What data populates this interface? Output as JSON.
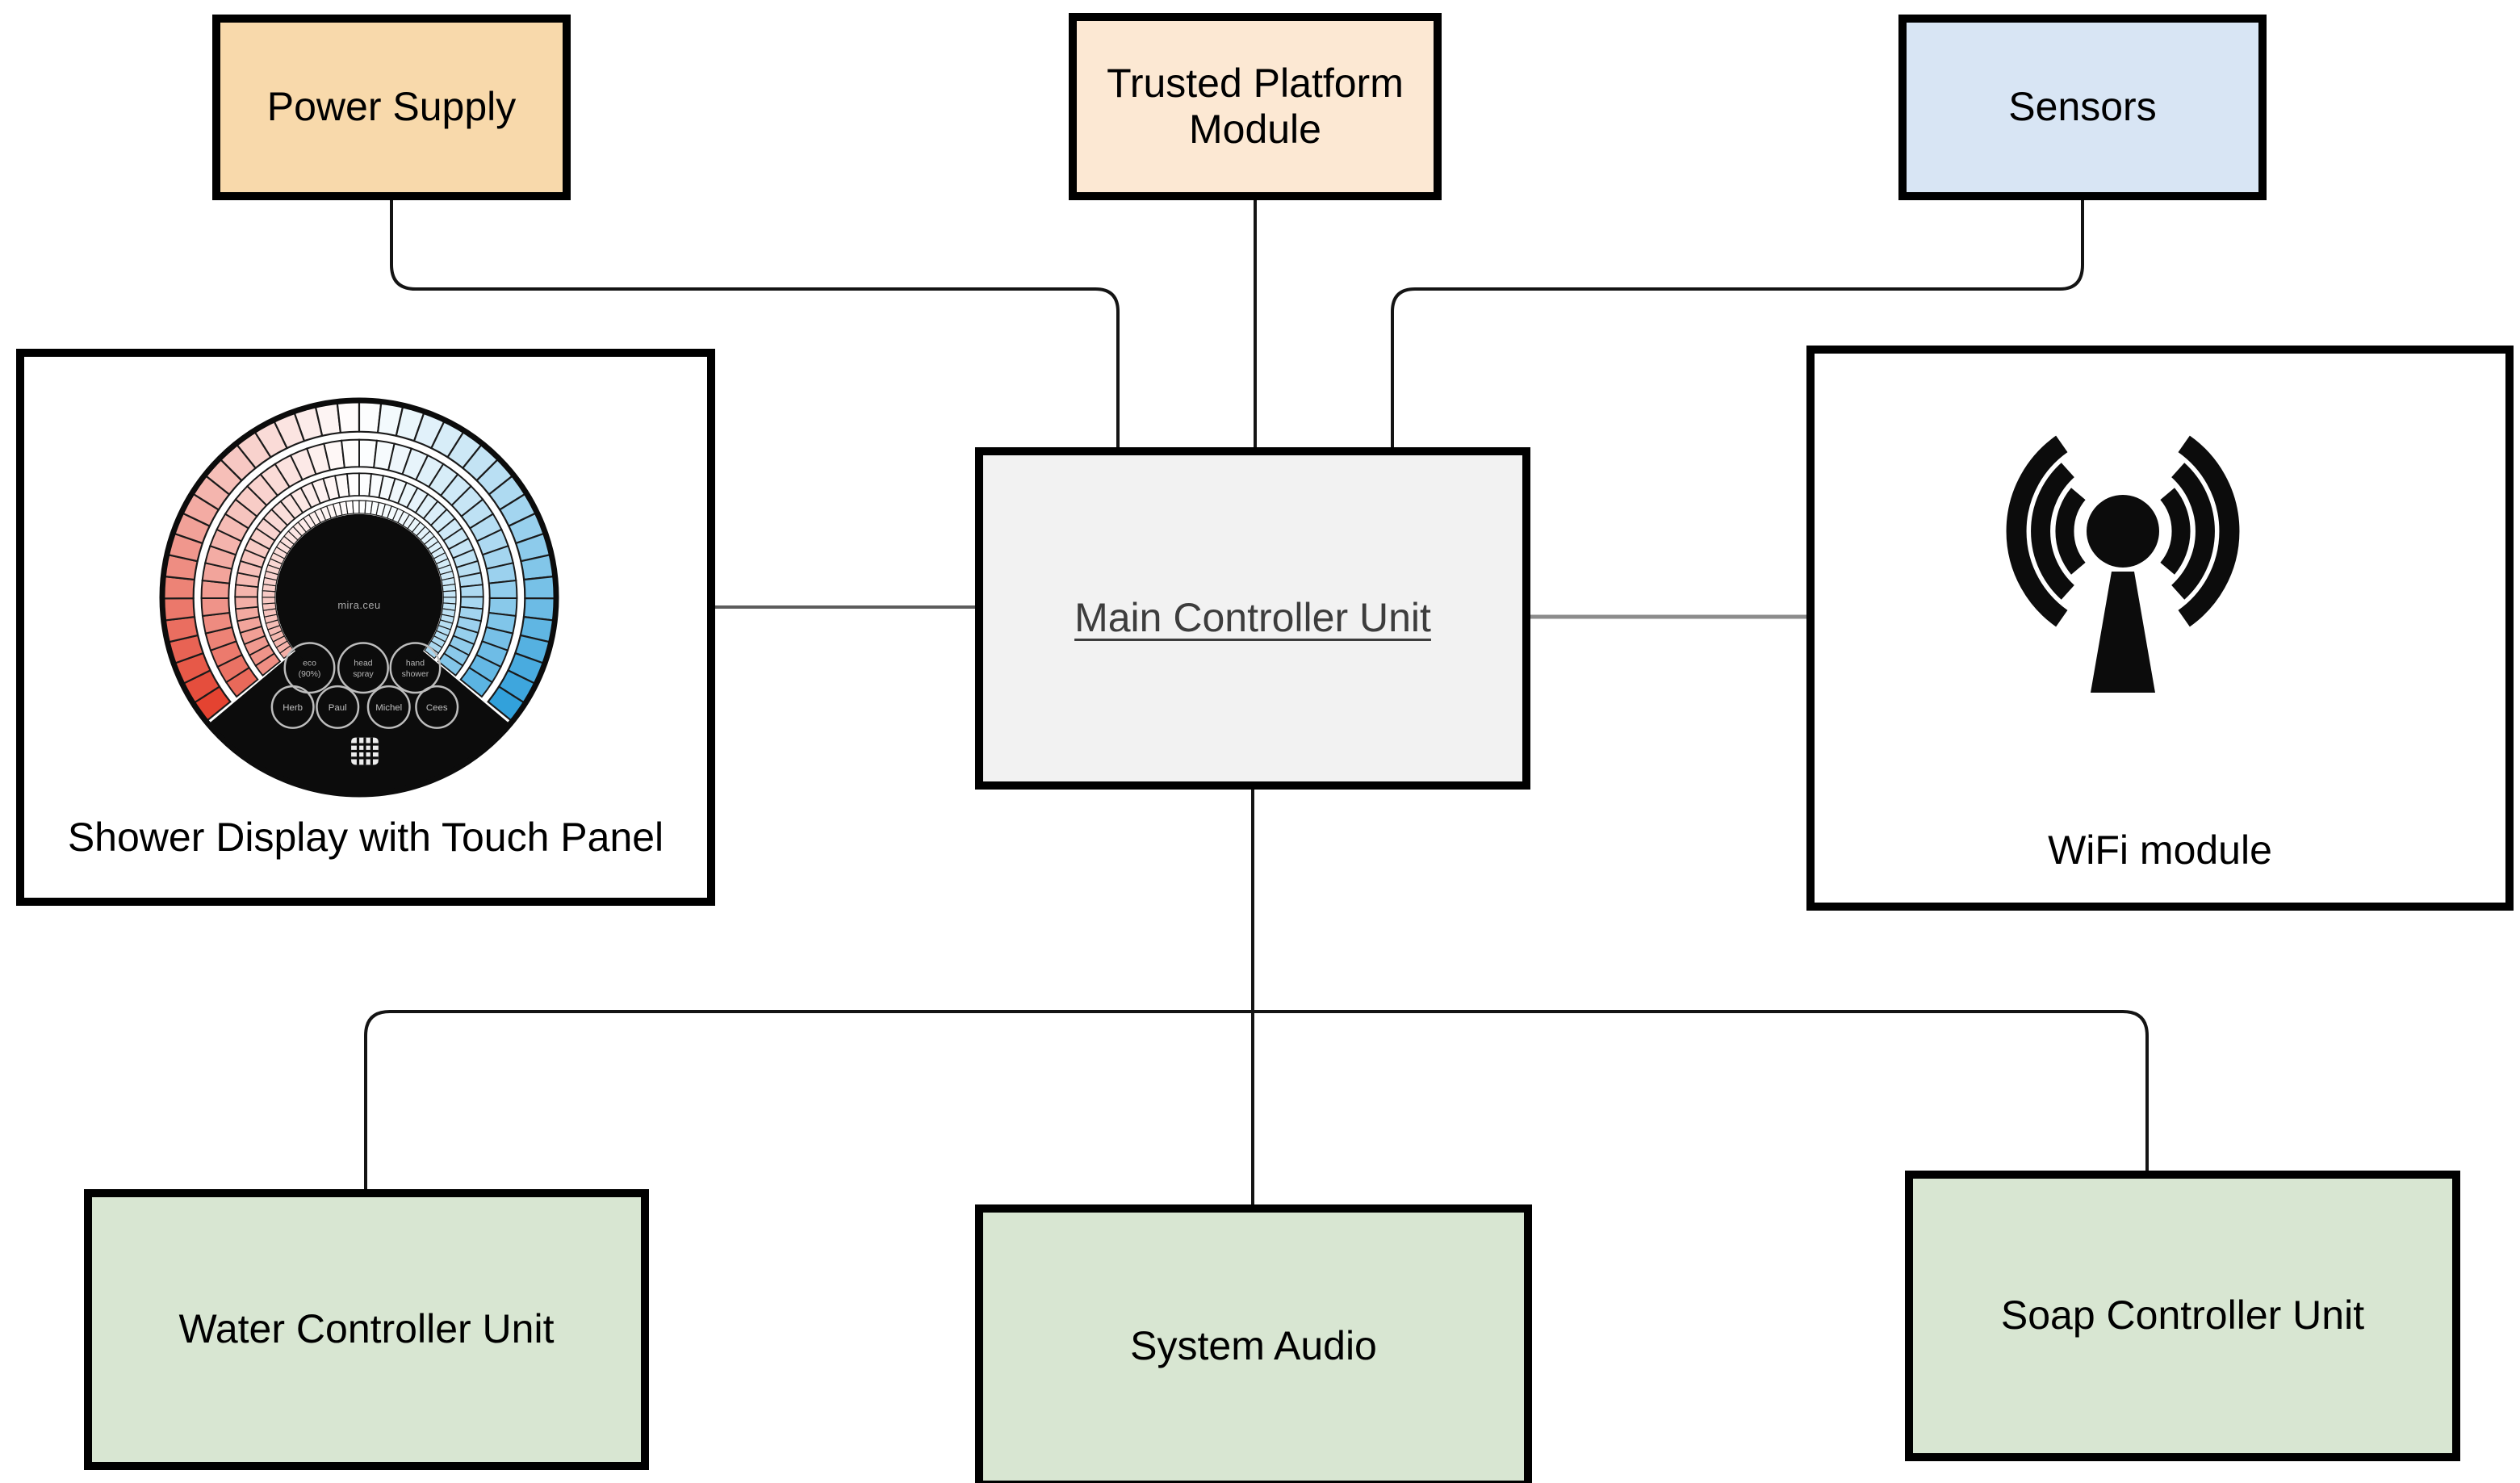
{
  "diagram": {
    "background_color": "#ffffff",
    "nodes": {
      "power_supply": {
        "label": "Power Supply",
        "fill": "#f8d9ab"
      },
      "tpm": {
        "label": "Trusted Platform Module",
        "lines": [
          "Trusted Platform",
          "Module"
        ],
        "fill": "#fce8d3"
      },
      "sensors": {
        "label": "Sensors",
        "fill": "#d8e5f4"
      },
      "shower_display": {
        "label": "Shower Display with Touch Panel",
        "fill": "#ffffff"
      },
      "main_controller": {
        "label": "Main Controller Unit",
        "fill": "#f2f2f2"
      },
      "wifi": {
        "label": "WiFi module",
        "fill": "#ffffff"
      },
      "water_controller": {
        "label": "Water Controller Unit",
        "fill": "#d8e6d2"
      },
      "system_audio": {
        "label": "System Audio",
        "fill": "#d8e6d2"
      },
      "soap_controller": {
        "label": "Soap Controller Unit",
        "fill": "#d8e6d2"
      }
    },
    "touch_panel": {
      "center_text": "mira.ceu",
      "mode_buttons": [
        {
          "line1": "eco",
          "line2": "(90%)"
        },
        {
          "line1": "head",
          "line2": "spray"
        },
        {
          "line1": "hand",
          "line2": "shower"
        }
      ],
      "preset_buttons": [
        "Herb",
        "Paul",
        "Michel",
        "Cees"
      ]
    },
    "connections": [
      {
        "from": "power_supply",
        "to": "main_controller"
      },
      {
        "from": "tpm",
        "to": "main_controller"
      },
      {
        "from": "sensors",
        "to": "main_controller"
      },
      {
        "from": "shower_display",
        "to": "main_controller"
      },
      {
        "from": "main_controller",
        "to": "wifi"
      },
      {
        "from": "main_controller",
        "to": "water_controller"
      },
      {
        "from": "main_controller",
        "to": "system_audio"
      },
      {
        "from": "main_controller",
        "to": "soap_controller"
      }
    ]
  }
}
